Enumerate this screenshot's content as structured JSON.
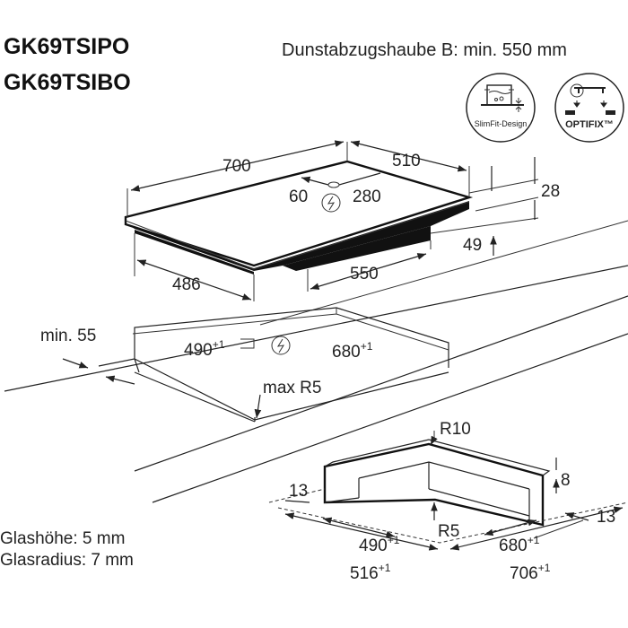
{
  "header": {
    "models": [
      "GK69TSIPO",
      "GK69TSIBO"
    ],
    "hood_note": "Dunstabzugshaube B: min. 550 mm"
  },
  "badges": [
    {
      "icon": "slimfit-design-icon",
      "label": "SlimFit-Design"
    },
    {
      "icon": "optifix-icon",
      "label": "OPTIFIX™"
    }
  ],
  "hob_dimensions": {
    "width": "700",
    "depth": "510",
    "connection_left": "60",
    "connection_right": "280",
    "height_top": "28",
    "height_body": "49",
    "body_depth": "486",
    "body_width": "550"
  },
  "cutout": {
    "min_distance": "min. 55",
    "depth": "490",
    "depth_tol": "+1",
    "width": "680",
    "width_tol": "+1",
    "radius": "max R5"
  },
  "flush_cutout": {
    "outer_radius": "R10",
    "step_height": "8",
    "rim_left": "13",
    "rim_right": "13",
    "inner_radius": "R5",
    "inner_depth": "490",
    "inner_depth_tol": "+1",
    "inner_width": "680",
    "inner_width_tol": "+1",
    "outer_depth": "516",
    "outer_depth_tol": "+1",
    "outer_width": "706",
    "outer_width_tol": "+1"
  },
  "notes": {
    "glass_height": "Glashöhe: 5 mm",
    "glass_radius": "Glasradius: 7 mm"
  }
}
